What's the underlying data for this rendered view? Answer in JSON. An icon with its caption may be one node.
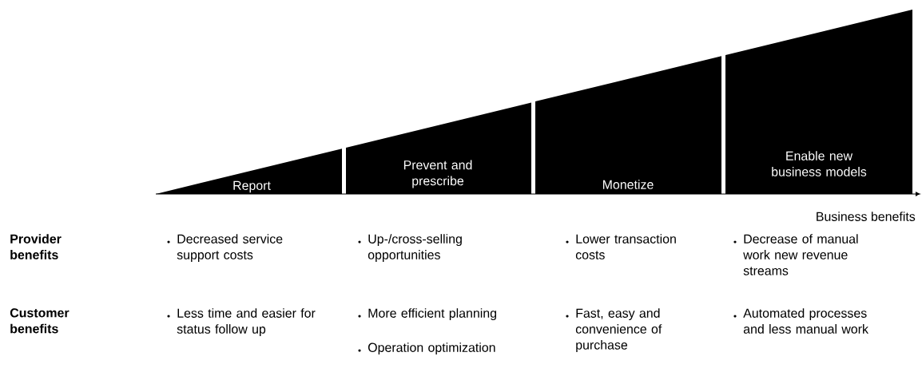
{
  "diagram": {
    "nodes": [
      {
        "text": [
          "Report"
        ]
      },
      {
        "text": [
          "Prevent and prescribe"
        ]
      },
      {
        "text": [
          "Monetize"
        ]
      },
      {
        "text": [
          "Enable new business models"
        ]
      }
    ],
    "labels": [
      "Business benefits",
      "Provider benefits",
      "Decreased service support costs",
      "Up-/cross-selling opportunities",
      "Lower transaction costs",
      "Decrease of manual work new revenue streams",
      "Customer benefits",
      "Less time and easier for status follow up",
      "More efficient planning",
      "Operation optimization",
      "Fast, easy and convenience of purchase",
      "Automated processes and less manual work"
    ]
  }
}
